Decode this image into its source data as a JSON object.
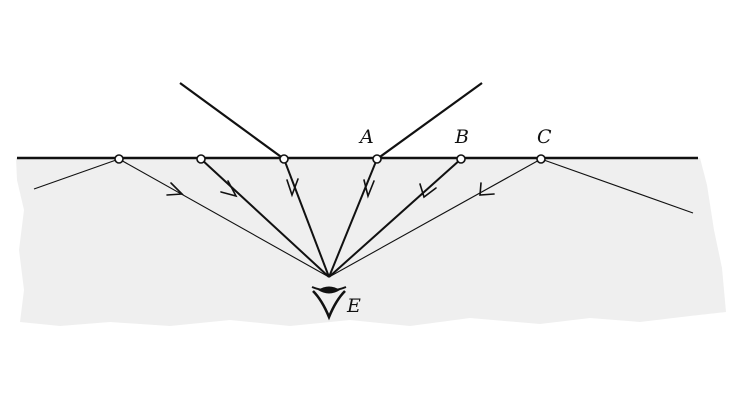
{
  "labels": {
    "point_a": "A",
    "point_b": "B",
    "point_c": "C",
    "eye": "E"
  },
  "icons": {
    "eye": "eye-icon"
  },
  "colors": {
    "water": "#efefef",
    "ink": "#111111"
  }
}
